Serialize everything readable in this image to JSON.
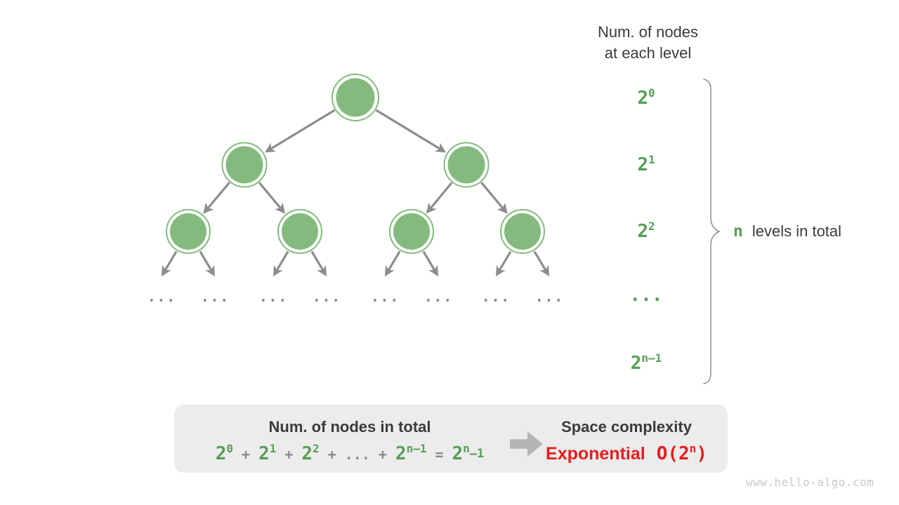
{
  "header": {
    "line1": "Num. of nodes",
    "line2": "at each level"
  },
  "levels": [
    {
      "base": "2",
      "sup": "0"
    },
    {
      "base": "2",
      "sup": "1"
    },
    {
      "base": "2",
      "sup": "2"
    },
    {
      "base": "...",
      "sup": ""
    },
    {
      "base": "2",
      "sup": "n–1"
    }
  ],
  "brace_label": {
    "n": "n",
    "text": "levels in total"
  },
  "tree": {
    "ellipsis": "..."
  },
  "box": {
    "left_title": "Num. of nodes in total",
    "formula": {
      "t0_base": "2",
      "t0_sup": "0",
      "plus": "+",
      "t1_base": "2",
      "t1_sup": "1",
      "t2_base": "2",
      "t2_sup": "2",
      "ellipsis": "...",
      "t3_base": "2",
      "t3_sup": "n–1",
      "equals": "=",
      "r_base": "2",
      "r_sup": "n",
      "r_tail": "–1"
    },
    "right_title": "Space complexity",
    "complexity": {
      "word": "Exponential",
      "big_o_open": "O(2",
      "big_o_sup": "n",
      "big_o_close": ")"
    }
  },
  "watermark": "www.hello-algo.com",
  "colors": {
    "node_green": "#84ba7e",
    "label_green": "#579e57",
    "edge_gray": "#8c8c8c",
    "box_bg": "#ececec",
    "dark_text": "#3b3b3b",
    "complexity_red": "#e41e1e",
    "block_arrow_gray": "#b5b5b5"
  }
}
